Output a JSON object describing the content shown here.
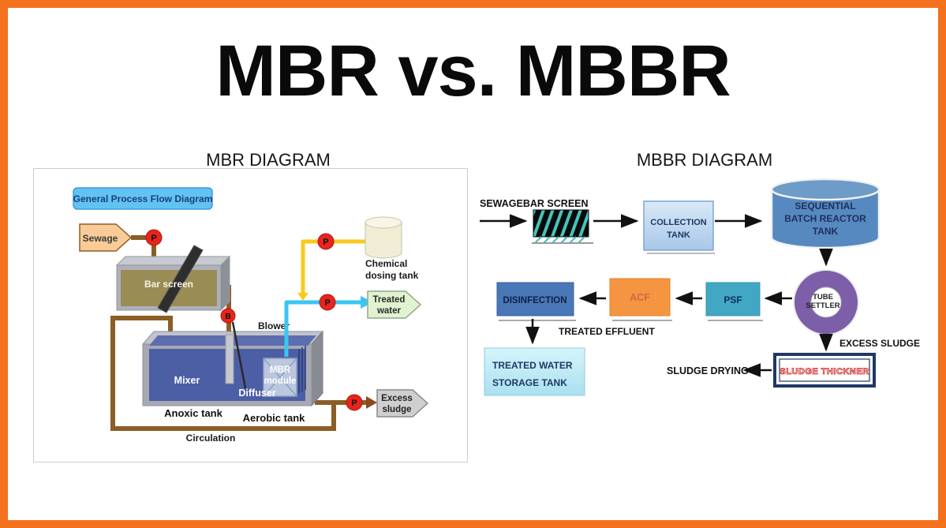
{
  "title": "MBR vs. MBBR",
  "colors": {
    "frame_orange": "#F4711D",
    "pipe_brown": "#8B5E26",
    "pipe_cyan": "#3AC6F3",
    "pipe_yellow": "#F9C91E",
    "pump_red": "#E6251C",
    "tank_liquid_blue": "#4C5EA4",
    "flow_label_blue": "#62C3F3",
    "sewage_peach": "#F9CC97",
    "treated_green": "#E0F2CF",
    "collection_blue": "#C3DCF2",
    "cylinder_blue": "#5689BF",
    "settler_purple": "#7C5FA8",
    "psf_teal": "#41A7C2",
    "acf_orange": "#F69541",
    "disinfection_blue": "#4A77B6",
    "storage_cyan": "#C6ECF7",
    "thickner_navy": "#1F3864",
    "thickner_red": "#CC2222",
    "barscreen_teal": "#45C4BC"
  },
  "mbr": {
    "heading": "MBR DIAGRAM",
    "flow_label": "General Process Flow Diagram",
    "sewage": "Sewage",
    "pump": "P",
    "bar_screen": "Bar screen",
    "chemical_line1": "Chemical",
    "chemical_line2": "dosing tank",
    "treated_line1": "Treated",
    "treated_line2": "water",
    "blower_badge": "B",
    "blower": "Blower",
    "mixer": "Mixer",
    "diffuser": "Diffuser",
    "mbr_module_line1": "MBR",
    "mbr_module_line2": "module",
    "anoxic": "Anoxic tank",
    "aerobic": "Aerobic tank",
    "excess_line1": "Excess",
    "excess_line2": "sludge",
    "circulation": "Circulation"
  },
  "mbbr": {
    "heading": "MBBR DIAGRAM",
    "sewagebar": "SEWAGEBAR SCREEN",
    "collection_line1": "COLLECTION",
    "collection_line2": "TANK",
    "sbr_line1": "SEQUENTIAL",
    "sbr_line2": "BATCH REACTOR",
    "sbr_line3": "TANK",
    "tube_line1": "TUBE",
    "tube_line2": "SETTLER",
    "psf": "PSF",
    "acf": "ACF",
    "disinfection": "DISINFECTION",
    "treated_effluent": "TREATED EFFLUENT",
    "storage_line1": "TREATED WATER",
    "storage_line2": "STORAGE TANK",
    "excess_sludge": "EXCESS SLUDGE",
    "sludge_thickner": "SLUDGE THICKNER",
    "sludge_drying": "SLUDGE DRYING"
  }
}
